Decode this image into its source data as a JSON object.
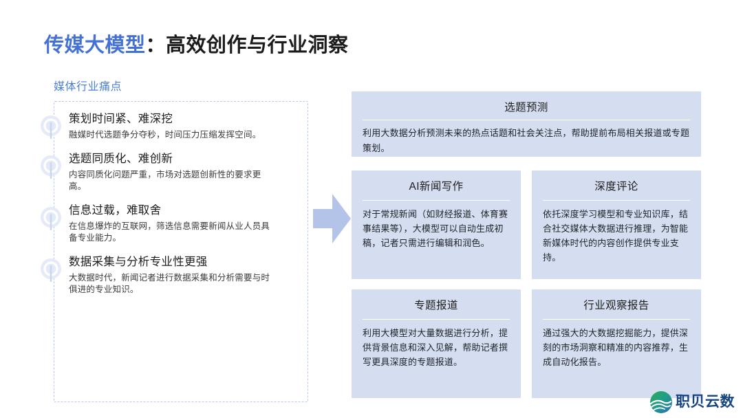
{
  "title": {
    "highlight": "传媒大模型",
    "rest": "：高效创作与行业洞察",
    "highlight_color": "#4472d4",
    "rest_color": "#1b1b1b"
  },
  "left_panel": {
    "heading": "媒体行业痛点",
    "heading_color": "#4a7ede",
    "border_color": "#b9c9ea",
    "items": [
      {
        "title": "策划时间紧、难深挖",
        "desc": "融媒时代选题争分夺秒，时间压力压缩发挥空间。",
        "marker_icon": "pin-marker-icon"
      },
      {
        "title": "选题同质化、难创新",
        "desc": "内容同质化问题严重，市场对选题创新性的要求更高。",
        "marker_icon": "pin-marker-icon"
      },
      {
        "title": "信息过载，难取舍",
        "desc": "在信息爆炸的互联网，筛选信息需要新闻从业人员具备专业能力。",
        "marker_icon": "pin-marker-icon"
      },
      {
        "title": "数据采集与分析专业性更强",
        "desc": "大数据时代，新闻记者进行数据采集和分析需要与时俱进的专业知识。",
        "marker_icon": "pin-marker-icon"
      }
    ]
  },
  "arrow": {
    "icon": "arrow-right-icon",
    "color": "#b3c4e8"
  },
  "cards": {
    "background": "#d5def1",
    "featured": {
      "title": "选题预测",
      "body": "利用大数据分析预测未来的热点话题和社会关注点，帮助提前布局相关报道或专题策划。"
    },
    "grid": [
      {
        "title": "AI新闻写作",
        "body": "对于常规新闻（如财经报道、体育赛事结果等），大模型可以自动生成初稿，记者只需进行编辑和润色。"
      },
      {
        "title": "深度评论",
        "body": "依托深度学习模型和专业知识库，结合社交媒体大数据进行推理，为智能新媒体时代的内容创作提供专业支持。"
      },
      {
        "title": "专题报道",
        "body": "利用大模型对大量数据进行分析，提供背景信息和深入见解，帮助记者撰写更具深度的专题报道。"
      },
      {
        "title": "行业观察报告",
        "body": "通过强大的大数据挖掘能力，提供深刻的市场洞察和精准的内容推荐，生成自动化报告。"
      }
    ]
  },
  "logo": {
    "text": "职贝云数",
    "mark_icon": "wave-globe-logo-icon",
    "text_color": "#15447f"
  }
}
